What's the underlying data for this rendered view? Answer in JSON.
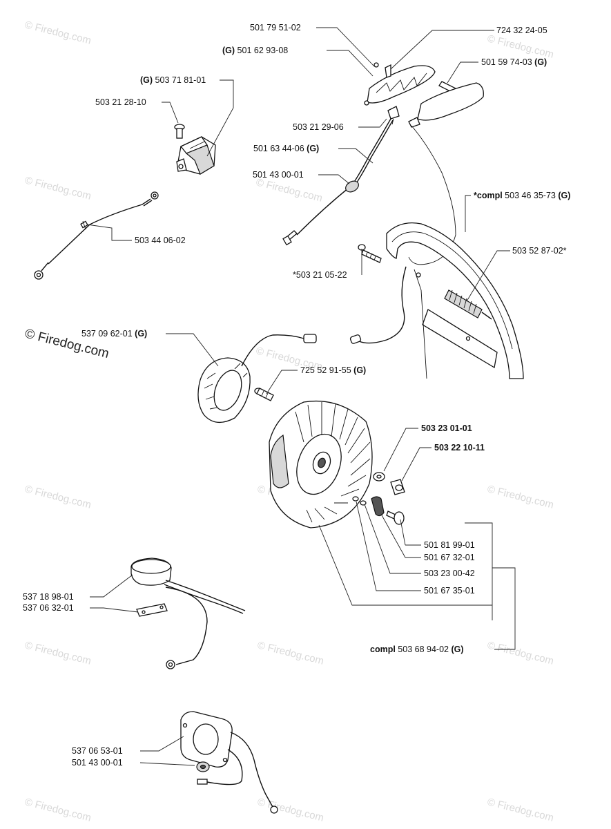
{
  "watermark": "© Firedog.com",
  "copyright": "© Firedog.com",
  "labels": {
    "p501795102": "501 79 51-02",
    "p724322405": "724 32 24-05",
    "p501629308_g": "(G)",
    "p501629308": "501 62 93-08",
    "p501597403": "501 59 74-03",
    "p501597403_g": "(G)",
    "p503718101_g": "(G)",
    "p503718101": "503 71 81-01",
    "p503212810": "503 21 28-10",
    "p503212906": "503 21 29-06",
    "p501634406": "501 63 44-06",
    "p501634406_g": "(G)",
    "p501430001a": "501 43 00-01",
    "p503463573_pre": "*compl",
    "p503463573": "503 46 35-73",
    "p503463573_g": "(G)",
    "p503440602": "503 44 06-02",
    "p503528702": "503 52 87-02*",
    "p503210522": "*503 21 05-22",
    "p537096201": "537 09 62-01",
    "p537096201_g": "(G)",
    "p725529155": "725 52 91-55",
    "p725529155_g": "(G)",
    "p503230101": "503 23 01-01",
    "p503221011": "503 22 10-11",
    "p501819901": "501 81 99-01",
    "p501673201": "501 67 32-01",
    "p503230042": "503 23 00-42",
    "p501673501": "501 67 35-01",
    "p537189801": "537 18 98-01",
    "p537063201": "537 06 32-01",
    "p503689402_pre": "compl",
    "p503689402": "503 68 94-02",
    "p503689402_g": "(G)",
    "p537065301": "537 06 53-01",
    "p501430001b": "501 43 00-01"
  }
}
